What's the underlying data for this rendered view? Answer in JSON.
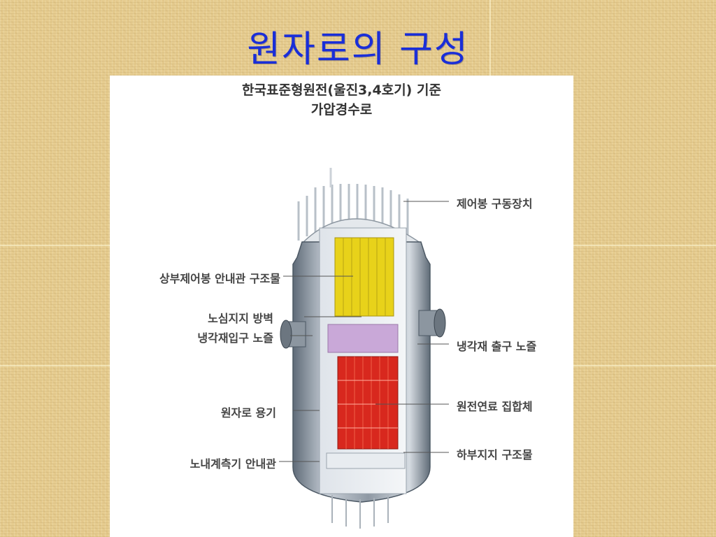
{
  "slide": {
    "title": "원자로의 구성"
  },
  "figure": {
    "heading_line1": "한국표준형원전(울진3,4호기) 기준",
    "heading_line2": "가압경수로",
    "labels_left": {
      "upper_guide": "상부제어봉 안내관 구조물",
      "core_barrel": "노심지지 방벽",
      "inlet_nozzle": "냉각재입구 노즐",
      "vessel": "원자로 용기",
      "instrument_guide": "노내계측기 안내관"
    },
    "labels_right": {
      "crdm": "제어봉 구동장치",
      "outlet_nozzle": "냉각재 출구 노즐",
      "fuel_assembly": "원전연료 집합체",
      "lower_support": "하부지지 구조물"
    },
    "colors": {
      "title": "#1a2ed8",
      "upper_guide": "#e8d21a",
      "plenum": "#c9a8d8",
      "fuel": "#d8281e",
      "vessel": "#9aa4ae"
    }
  }
}
